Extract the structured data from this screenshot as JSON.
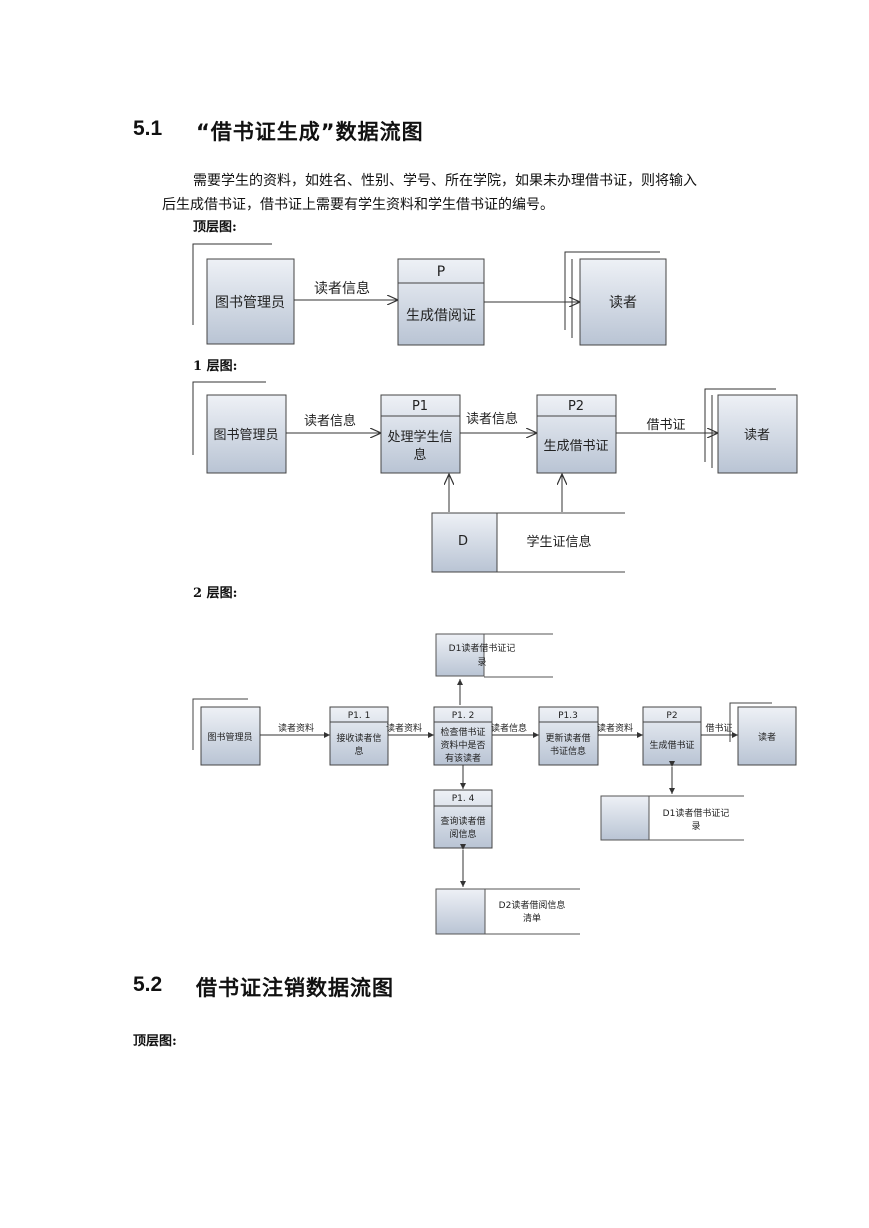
{
  "section1": {
    "number": "5.1",
    "title": "“借书证生成”数据流图",
    "para_line1": "需要学生的资料，如姓名、性别、学号、所在学院，如果未办理借书证，则将输入",
    "para_line2": "后生成借书证，借书证上需要有学生资料和学生借书证的编号。",
    "top_label": "顶层图:",
    "l1_label": "1 层图:",
    "l2_label": "2 层图:"
  },
  "top_diagram": {
    "source": "图书管理员",
    "flow1": "读者信息",
    "process_id": "P",
    "process_name": "生成借阅证",
    "sink": "读者"
  },
  "l1_diagram": {
    "source": "图书管理员",
    "flow1": "读者信息",
    "p1_id": "P1",
    "p1_name_a": "处理学生信",
    "p1_name_b": "息",
    "flow2": "读者信息",
    "p2_id": "P2",
    "p2_name": "生成借书证",
    "flow3": "借书证",
    "sink": "读者",
    "store_id": "D",
    "store_name": "学生证信息"
  },
  "l2_diagram": {
    "source": "图书管理员",
    "flow1": "读者资料",
    "p11_id": "P1. 1",
    "p11_a": "接收读者信",
    "p11_b": "息",
    "flow2": "读者资料",
    "p12_id": "P1. 2",
    "p12_a": "检查借书证",
    "p12_b": "资料中是否",
    "p12_c": "有该读者",
    "flow3": "读者信息",
    "p13_id": "P1.3",
    "p13_a": "更新读者借",
    "p13_b": "书证信息",
    "flow4": "读者资料",
    "p2_id": "P2",
    "p2_name": "生成借书证",
    "flow5": "借书证",
    "sink": "读者",
    "d1_top_a": "D1读者借书证记",
    "d1_top_b": "录",
    "p14_id": "P1. 4",
    "p14_a": "查询读者借",
    "p14_b": "阅信息",
    "d1_right_a": "D1读者借书证记",
    "d1_right_b": "录",
    "d2_a": "D2读者借阅信息",
    "d2_b": "清单"
  },
  "section2": {
    "number": "5.2",
    "title": "借书证注销数据流图",
    "top_label": "顶层图:"
  }
}
